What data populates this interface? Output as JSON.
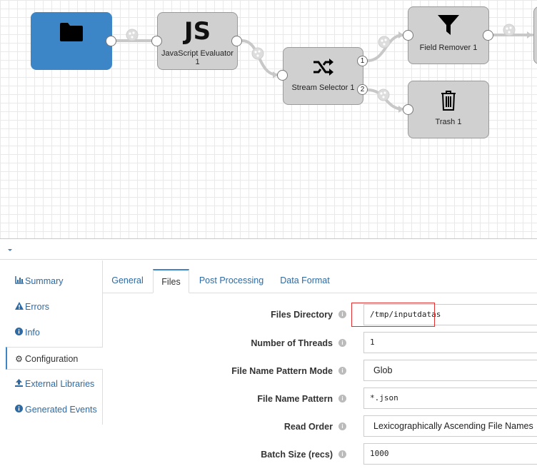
{
  "pipeline": {
    "stages": [
      {
        "id": "origin",
        "label": "",
        "icon": "folder-icon"
      },
      {
        "id": "js",
        "label_line1": "JavaScript Evaluator",
        "label_line2": "1",
        "icon_text": "JS"
      },
      {
        "id": "selector",
        "label": "Stream Selector 1",
        "icon": "shuffle-icon",
        "ports": [
          "1",
          "2"
        ]
      },
      {
        "id": "field_remover",
        "label": "Field Remover 1",
        "icon": "funnel-icon"
      },
      {
        "id": "trash",
        "label": "Trash 1",
        "icon": "trash-icon"
      }
    ]
  },
  "sidebar": {
    "items": [
      {
        "label": "Summary",
        "icon": "bar-chart-icon"
      },
      {
        "label": "Errors",
        "icon": "warning-icon"
      },
      {
        "label": "Info",
        "icon": "info-icon"
      },
      {
        "label": "Configuration",
        "icon": "gear-icon"
      },
      {
        "label": "External Libraries",
        "icon": "upload-icon"
      },
      {
        "label": "Generated Events",
        "icon": "info-icon"
      }
    ]
  },
  "tabs": [
    {
      "label": "General"
    },
    {
      "label": "Files"
    },
    {
      "label": "Post Processing"
    },
    {
      "label": "Data Format"
    }
  ],
  "fields": [
    {
      "label": "Files Directory",
      "value": "/tmp/inputdatas"
    },
    {
      "label": "Number of Threads",
      "value": "1"
    },
    {
      "label": "File Name Pattern Mode",
      "value": "Glob"
    },
    {
      "label": "File Name Pattern",
      "value": "*.json"
    },
    {
      "label": "Read Order",
      "value": "Lexicographically Ascending File Names"
    },
    {
      "label": "Batch Size (recs)",
      "value": "1000"
    }
  ],
  "colors": {
    "accent": "#3c86c8",
    "link": "#2d6aa3",
    "highlight": "#e03030",
    "stage_fill": "#d0d0d0"
  }
}
